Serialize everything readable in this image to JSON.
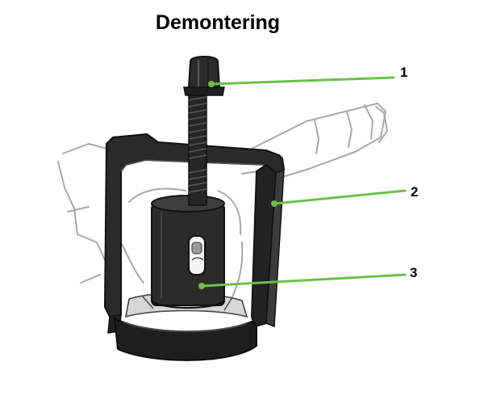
{
  "title": "Demontering",
  "callouts": [
    {
      "number": "1",
      "part": "spindle-head"
    },
    {
      "number": "2",
      "part": "puller-frame"
    },
    {
      "number": "3",
      "part": "bearing-sleeve"
    }
  ],
  "colors": {
    "leader": "#6cc04a",
    "tool": "#2f2f2f",
    "tool_dark": "#161616",
    "sketch": "#9a9a9a"
  }
}
